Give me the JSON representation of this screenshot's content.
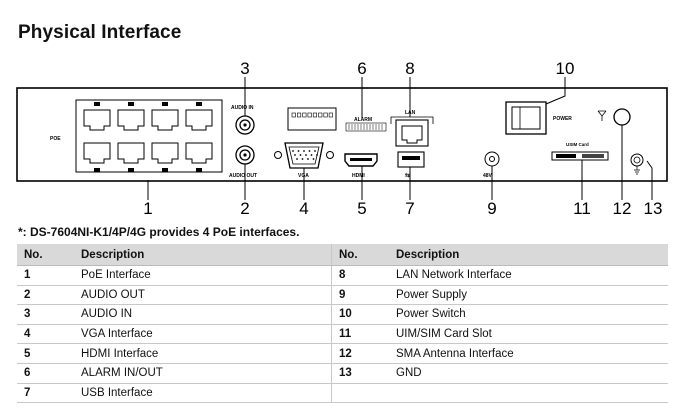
{
  "section_title": "Physical Interface",
  "callout_numbers": [
    "1",
    "2",
    "3",
    "4",
    "5",
    "6",
    "7",
    "8",
    "9",
    "10",
    "11",
    "12",
    "13"
  ],
  "panel_labels": {
    "poe": "POE",
    "audio_in": "AUDIO IN",
    "audio_out": "AUDIO OUT",
    "vga": "VGA",
    "alarm": "ALARM",
    "lan": "LAN",
    "power": "POWER",
    "usim": "USIM Card",
    "dc": "48V",
    "hdmi": "HDMI"
  },
  "note": "*: DS-7604NI-K1/4P/4G provides 4 PoE interfaces.",
  "table": {
    "headers": [
      "No.",
      "Description",
      "No.",
      "Description"
    ],
    "rows": [
      [
        "1",
        "PoE Interface",
        "8",
        "LAN Network Interface"
      ],
      [
        "2",
        "AUDIO OUT",
        "9",
        "Power Supply"
      ],
      [
        "3",
        "AUDIO IN",
        "10",
        "Power Switch"
      ],
      [
        "4",
        "VGA Interface",
        "11",
        "UIM/SIM Card Slot"
      ],
      [
        "5",
        "HDMI Interface",
        "12",
        "SMA Antenna Interface"
      ],
      [
        "6",
        "ALARM IN/OUT",
        "13",
        "GND"
      ],
      [
        "7",
        "USB Interface",
        "",
        ""
      ]
    ]
  }
}
